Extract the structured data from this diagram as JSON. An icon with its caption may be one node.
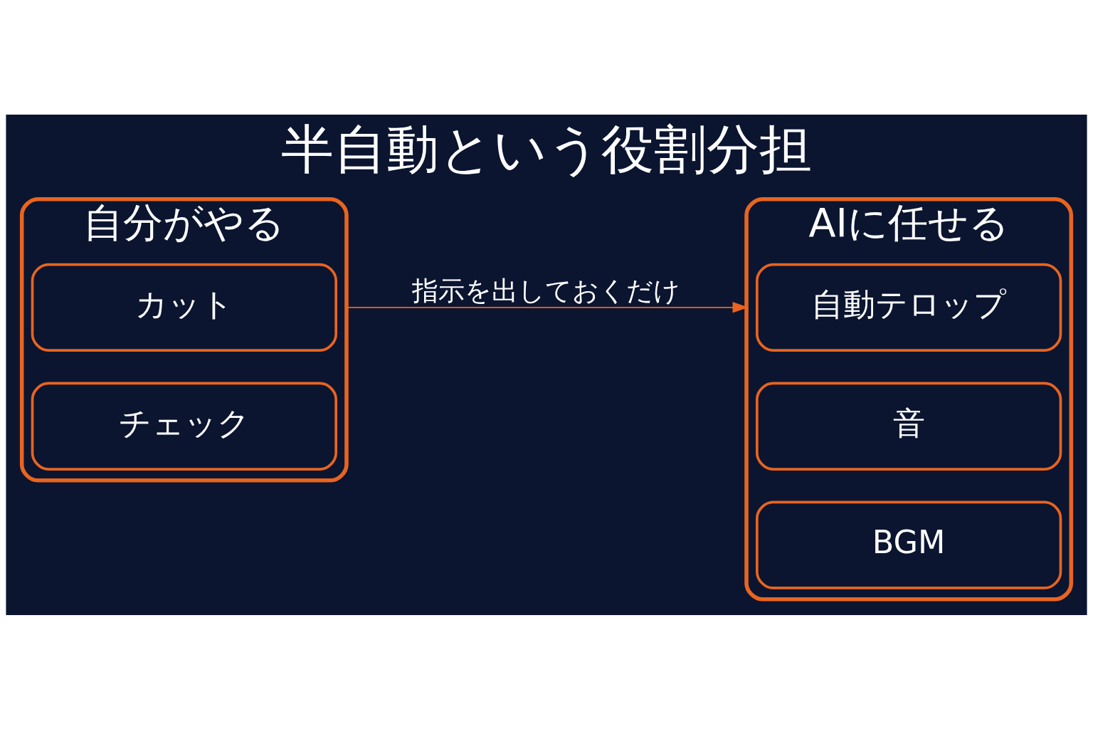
{
  "diagram": {
    "title": "半自動という役割分担",
    "nodes": [
      {
        "text": [
          "自分がやる"
        ]
      },
      {
        "text": [
          "カット"
        ],
        "in": 0
      },
      {
        "text": [
          "チェック"
        ],
        "in": 0
      },
      {
        "text": [
          "AIに任せる"
        ]
      },
      {
        "text": [
          "自動テロップ"
        ],
        "in": 3
      },
      {
        "text": [
          "音"
        ],
        "in": 3
      },
      {
        "text": [
          "BGM"
        ],
        "in": 3
      }
    ],
    "edges": [
      {
        "from": 0,
        "to": 3,
        "arrow": "to",
        "label": "指示を出しておくだけ"
      }
    ]
  }
}
